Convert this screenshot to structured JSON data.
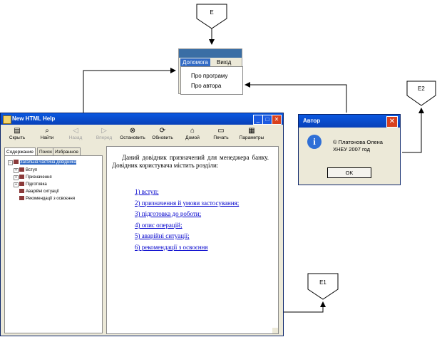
{
  "connectors": {
    "e_top": "E",
    "e1": "E1",
    "e2": "E2"
  },
  "menu": {
    "help_label": "Допомога",
    "exit_label": "Вихід",
    "items": [
      "Про програму",
      "Про автора"
    ]
  },
  "help_window": {
    "title": "New HTML Help",
    "toolbar": [
      {
        "label": "Скрыть",
        "icon": "hide-icon",
        "enabled": true
      },
      {
        "label": "Найти",
        "icon": "find-icon",
        "enabled": true
      },
      {
        "label": "Назад",
        "icon": "back-icon",
        "enabled": false
      },
      {
        "label": "Вперед",
        "icon": "forward-icon",
        "enabled": false
      },
      {
        "label": "Остановить",
        "icon": "stop-icon",
        "enabled": true
      },
      {
        "label": "Обновить",
        "icon": "refresh-icon",
        "enabled": true
      },
      {
        "label": "Домой",
        "icon": "home-icon",
        "enabled": true
      },
      {
        "label": "Печать",
        "icon": "print-icon",
        "enabled": true
      },
      {
        "label": "Параметры",
        "icon": "options-icon",
        "enabled": true
      }
    ],
    "tabs": [
      "Содержание",
      "Поиск",
      "Избранное"
    ],
    "tree": [
      "Загальна частина довідника",
      "Вступ",
      "Призначення",
      "Підготовка",
      "Аварійні ситуації",
      "Рекомендації з освоєння"
    ],
    "content": {
      "paragraph": "Даний довідник призначений для менеджера банку. Довідник користувача містить розділи:",
      "links": [
        "1) вступ;",
        "2) призначення й умови застосування;",
        "3) підготовка до роботи;",
        "4) опис операцій;",
        "5) аварійні ситуації;",
        "6) рекомендації з освоєння"
      ]
    }
  },
  "author_dialog": {
    "title": "Автор",
    "line1": "© Платонова Олена",
    "line2": "ХНЕУ 2007 год",
    "ok_label": "OK"
  },
  "colors": {
    "titlebar": "#0a58e0",
    "menu_highlight": "#316ac5",
    "link": "#0000cc",
    "close_button": "#d9411e"
  }
}
